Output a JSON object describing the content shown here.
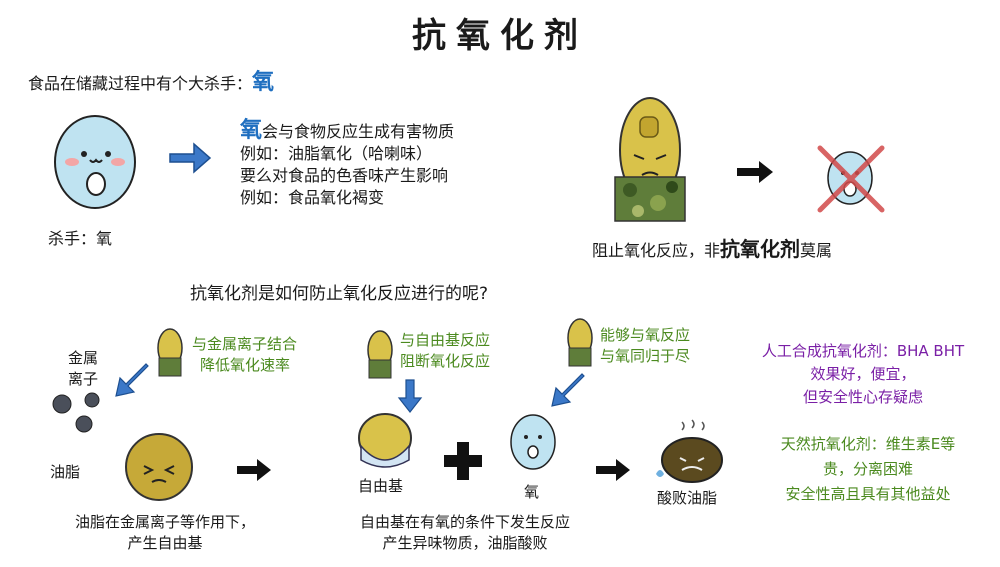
{
  "title": "抗氧化剂",
  "intro": {
    "text": "食品在储藏过程中有个大杀手：",
    "highlight": "氧"
  },
  "killer_label": "杀手：氧",
  "effects": {
    "line1_highlight": "氧",
    "line1_rest": "会与食物反应生成有害物质",
    "line2": "例如：油脂氧化（哈喇味）",
    "line3": "要么对食品的色香味产生影响",
    "line4": "例如：食品氧化褐变"
  },
  "block_caption": {
    "prefix": "阻止氧化反应，非",
    "highlight": "抗氧化剂",
    "suffix": "莫属"
  },
  "question": "抗氧化剂是如何防止氧化反应进行的呢?",
  "mechanisms": {
    "metal": [
      "与金属离子结合",
      "降低氧化速率"
    ],
    "radical": [
      "与自由基反应",
      "阻断氧化反应"
    ],
    "oxygen": [
      "能够与氧反应",
      "与氧同归于尽"
    ]
  },
  "labels": {
    "metal_ion": [
      "金属",
      "离子"
    ],
    "fat": "油脂",
    "free_radical": "自由基",
    "oxygen": "氧",
    "rancid_fat": "酸败油脂"
  },
  "captions": {
    "left": [
      "油脂在金属离子等作用下，",
      "产生自由基"
    ],
    "middle": [
      "自由基在有氧的条件下发生反应",
      "产生异味物质，油脂酸败"
    ]
  },
  "synthetic": [
    "人工合成抗氧化剂：BHA BHT",
    "效果好，便宜，",
    "但安全性心存疑虑"
  ],
  "natural": [
    "天然抗氧化剂：维生素E等",
    "贵，分离困难",
    "安全性高且具有其他益处"
  ],
  "colors": {
    "blue": "#1f6fc0",
    "green": "#4b8a1f",
    "purple": "#7a1fa6",
    "red": "#d24a4a"
  }
}
